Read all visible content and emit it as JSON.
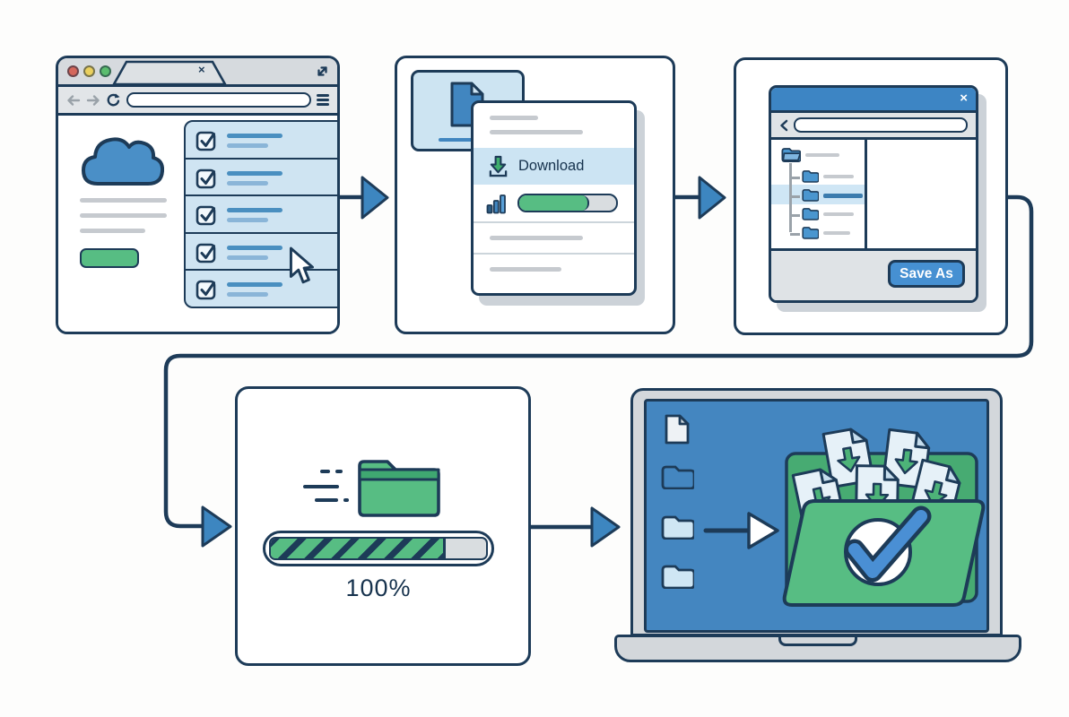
{
  "title": "file-download-workflow-diagram",
  "colors": {
    "outline": "#1d3b58",
    "accent_blue": "#4186c0",
    "light_blue": "#cfe4f2",
    "green": "#57bd83",
    "dark_green": "#3fa771",
    "arrow_fill": "#3d86c0",
    "dialog_titlebar_blue": "#3d85c4",
    "laptop_screen_blue": "#4486c0",
    "ui_gray": "#d6dade"
  },
  "browser_window": {
    "tab_close_label": "×",
    "traffic_light_colors": [
      "#d4675c",
      "#ead05e",
      "#5bbd6e"
    ],
    "checklist": {
      "row_count": 5,
      "all_checked": true
    },
    "has_cloud_logo": true,
    "cursor_over_row": 4
  },
  "download_menu": {
    "download_label": "Download",
    "progress_percent_visual": 70,
    "placeholder_line_count": 4
  },
  "save_dialog": {
    "close_label": "×",
    "save_as_label": "Save As",
    "tree": {
      "root_count": 1,
      "child_count": 4,
      "selected_child_index": 2
    }
  },
  "progress_panel": {
    "percent_label": "100%",
    "bar_fill_percent_visual": 80
  },
  "laptop": {
    "screen_icons": [
      "file",
      "folder",
      "folder",
      "folder"
    ],
    "result": "green-folder-with-documents-and-checkmark"
  }
}
